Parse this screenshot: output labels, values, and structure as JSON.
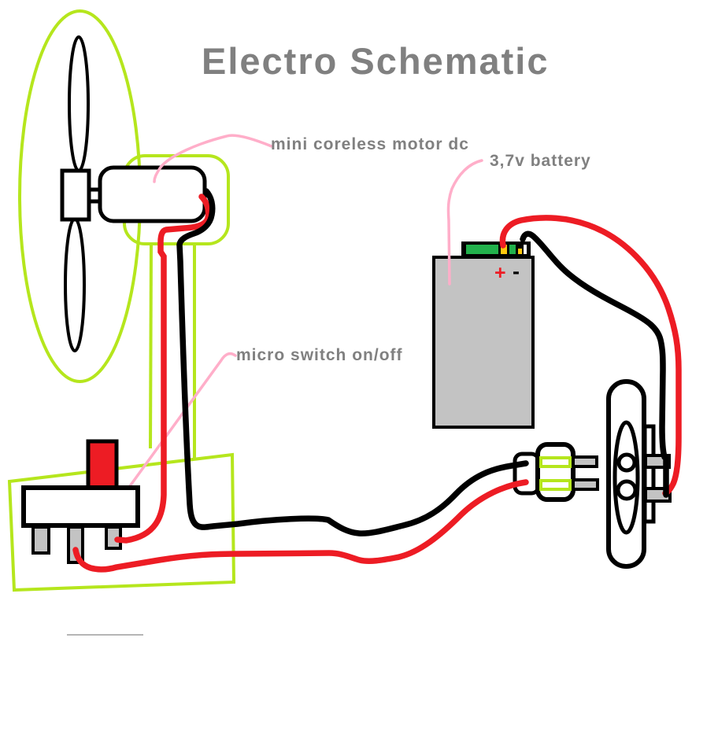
{
  "diagram": {
    "title": "Electro Schematic",
    "labels": {
      "motor": "mini coreless motor dc",
      "battery": "3,7v battery",
      "switch": "micro switch on/off"
    },
    "battery_markings": {
      "plus": "+",
      "minus": "-"
    }
  },
  "colors": {
    "background": "#ffffff",
    "title-gray": "#808080",
    "label-gray": "#808080",
    "wire-red": "#ed1c24",
    "wire-black": "#000000",
    "highlight-lime": "#b5e61d",
    "leader-pink": "#ffaec9",
    "fill-gray": "#c3c3c3",
    "terminal-green": "#22b14c",
    "terminal-yellow": "#ffc90e",
    "stray-gray": "#b5b5b5"
  }
}
